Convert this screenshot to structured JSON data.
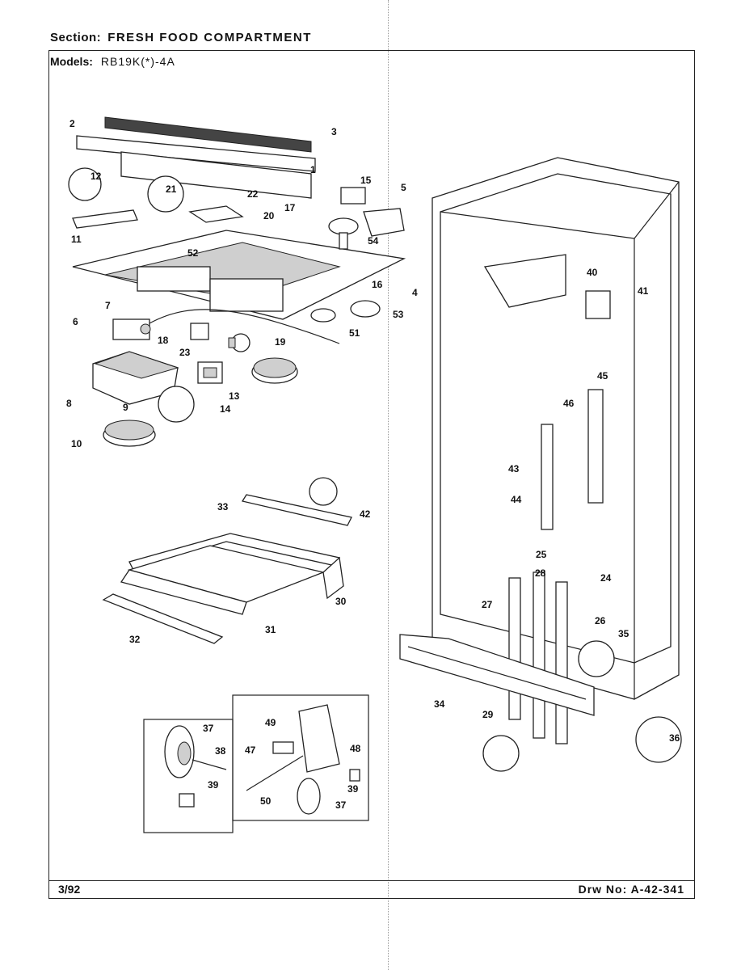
{
  "header": {
    "section_label": "Section:",
    "section_value": "FRESH FOOD COMPARTMENT",
    "models_label": "Models:",
    "models_value": "RB19K(*)-4A"
  },
  "footer": {
    "date": "3/92",
    "drawing_number": "Drw No: A-42-341"
  },
  "callouts": [
    "1",
    "2",
    "3",
    "4",
    "5",
    "6",
    "7",
    "8",
    "9",
    "10",
    "11",
    "12",
    "13",
    "14",
    "15",
    "16",
    "17",
    "18",
    "19",
    "20",
    "21",
    "22",
    "23",
    "24",
    "25",
    "26",
    "27",
    "28",
    "29",
    "30",
    "31",
    "32",
    "33",
    "34",
    "35",
    "36",
    "37",
    "38",
    "39",
    "40",
    "41",
    "42",
    "43",
    "44",
    "45",
    "46",
    "47",
    "48",
    "49",
    "50",
    "51",
    "52",
    "53",
    "54"
  ]
}
